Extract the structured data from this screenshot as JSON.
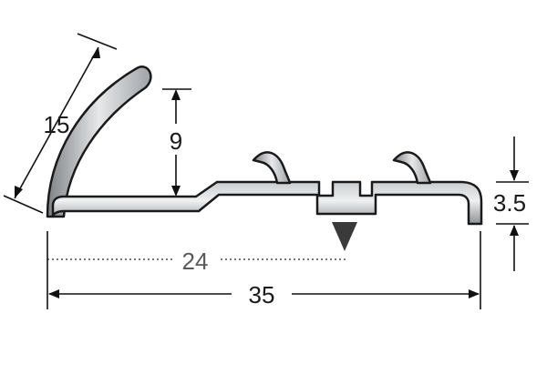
{
  "dimensions": {
    "arc_length": "15",
    "lip_height": "9",
    "base_offset": "24",
    "total_width": "35",
    "thickness": "3.5"
  },
  "colors": {
    "profile_fill": "#9a9ea2",
    "profile_highlight": "#e2e5e7",
    "profile_outline": "#1a1a1a",
    "marker": "#3a3a3a",
    "dotted_line": "#777777"
  }
}
